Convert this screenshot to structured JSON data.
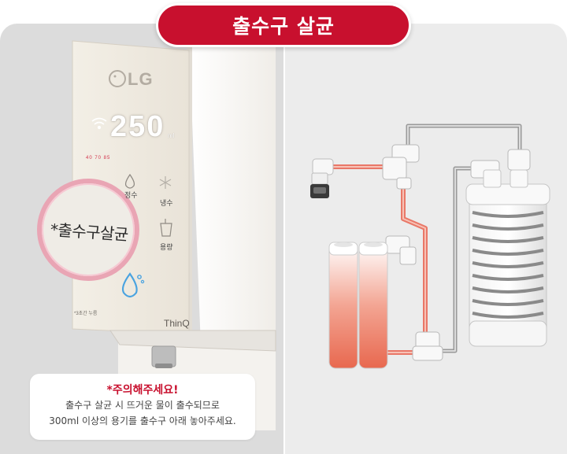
{
  "header": {
    "title": "출수구 살균"
  },
  "device": {
    "brand_logo": "LG",
    "display_value": "250",
    "display_unit": "ml",
    "temp_options": "40  70  85",
    "button_purified": "정수",
    "button_cold": "냉수",
    "button_volume": "용량",
    "bottom_tiny": "*3초간 누름",
    "thinq": "ThinQ"
  },
  "zoom_callout": {
    "text": "*출수구살균"
  },
  "warning": {
    "title": "*주의해주세요!",
    "line1": "출수구 살균 시 뜨거운 물이 출수되므로",
    "line2": "300ml 이상의 용기를 출수구 아래 놓아주세요."
  },
  "colors": {
    "accent_red": "#c8102e",
    "panel_left_bg": "#dcdcdc",
    "panel_right_bg": "#ececec",
    "hot_pipe": "#e96b5a",
    "cold_pipe": "#a8a8a8",
    "device_body": "#efe9de"
  },
  "icons": [
    "wifi-icon",
    "water-drop-icon",
    "snowflake-icon",
    "cup-icon",
    "sterilize-drop-icon",
    "lg-logo-icon"
  ]
}
